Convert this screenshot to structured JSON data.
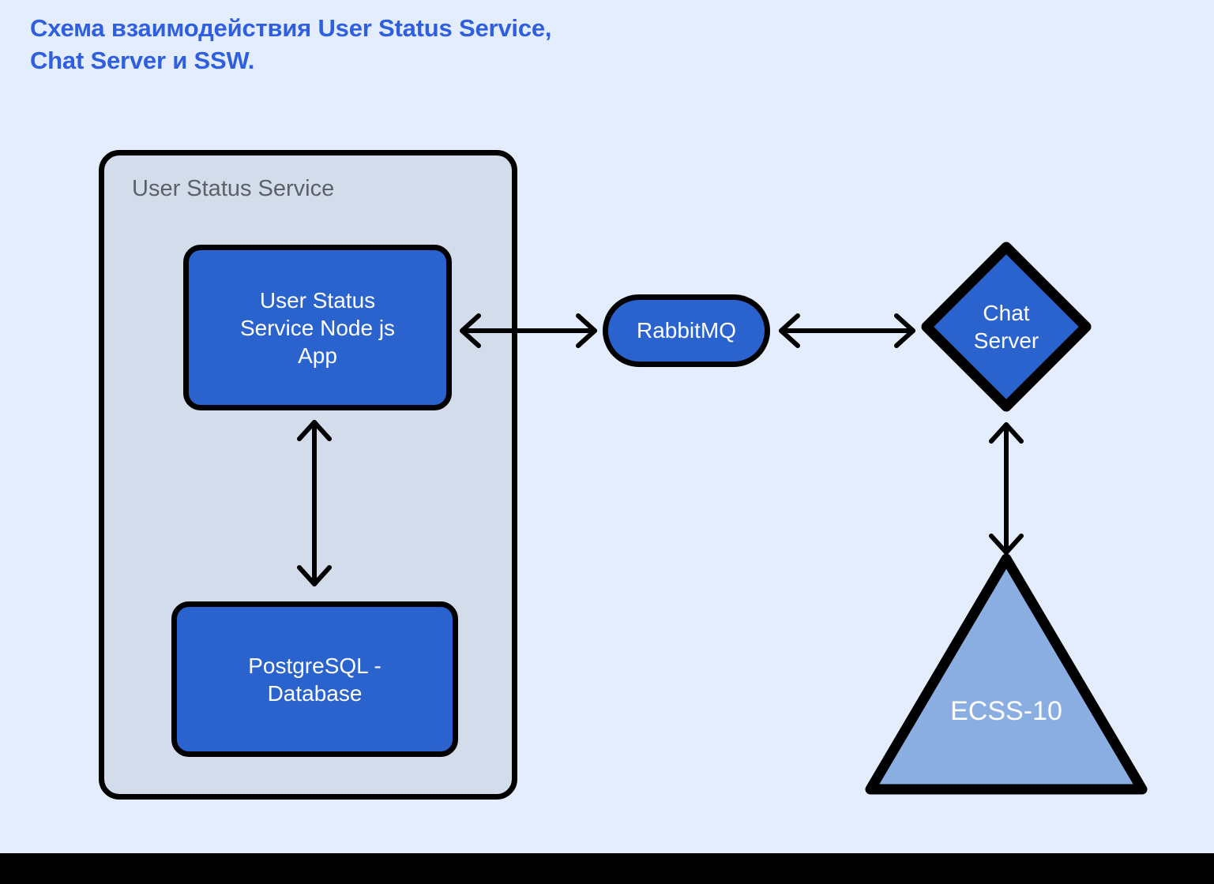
{
  "page": {
    "title_text": "Схема взаимодействия User Status Service,\nChat Server и SSW.",
    "background_color": "#e3edfd",
    "title_color": "#2f5fe0",
    "footer_band_color": "#000000"
  },
  "diagram": {
    "type": "architecture-flowchart",
    "group": {
      "label": "User Status Service",
      "fill": "#d3dceb",
      "stroke": "#000000",
      "label_color": "#5c6168"
    },
    "nodes": [
      {
        "id": "user-status-service-node-js-app",
        "label": "User Status\nService Node js\nApp",
        "shape": "rounded-rect",
        "fill": "#2a63ce",
        "stroke": "#000000",
        "text_color": "#ffffff",
        "inside_group": true
      },
      {
        "id": "postgresql-database",
        "label": "PostgreSQL -\nDatabase",
        "shape": "rounded-rect",
        "fill": "#2a63ce",
        "stroke": "#000000",
        "text_color": "#ffffff",
        "inside_group": true
      },
      {
        "id": "rabbitmq",
        "label": "RabbitMQ",
        "shape": "stadium",
        "fill": "#2a63ce",
        "stroke": "#000000",
        "text_color": "#ffffff",
        "inside_group": false
      },
      {
        "id": "chat-server",
        "label": "Chat\nServer",
        "shape": "diamond",
        "fill": "#2a63ce",
        "stroke": "#000000",
        "text_color": "#ffffff",
        "inside_group": false
      },
      {
        "id": "ecss-10",
        "label": "ECSS-10",
        "shape": "triangle",
        "fill": "#8aade2",
        "stroke": "#000000",
        "text_color": "#ffffff",
        "inside_group": false
      }
    ],
    "edges": [
      {
        "id": "edge-app-rabbitmq",
        "from": "user-status-service-node-js-app",
        "to": "rabbitmq",
        "direction": "bidirectional",
        "orientation": "horizontal",
        "label": ""
      },
      {
        "id": "edge-rabbitmq-chatserver",
        "from": "rabbitmq",
        "to": "chat-server",
        "direction": "bidirectional",
        "orientation": "horizontal",
        "label": ""
      },
      {
        "id": "edge-app-postgres",
        "from": "user-status-service-node-js-app",
        "to": "postgresql-database",
        "direction": "bidirectional",
        "orientation": "vertical",
        "label": ""
      },
      {
        "id": "edge-chatserver-ecss",
        "from": "chat-server",
        "to": "ecss-10",
        "direction": "bidirectional",
        "orientation": "vertical",
        "label": ""
      }
    ]
  }
}
